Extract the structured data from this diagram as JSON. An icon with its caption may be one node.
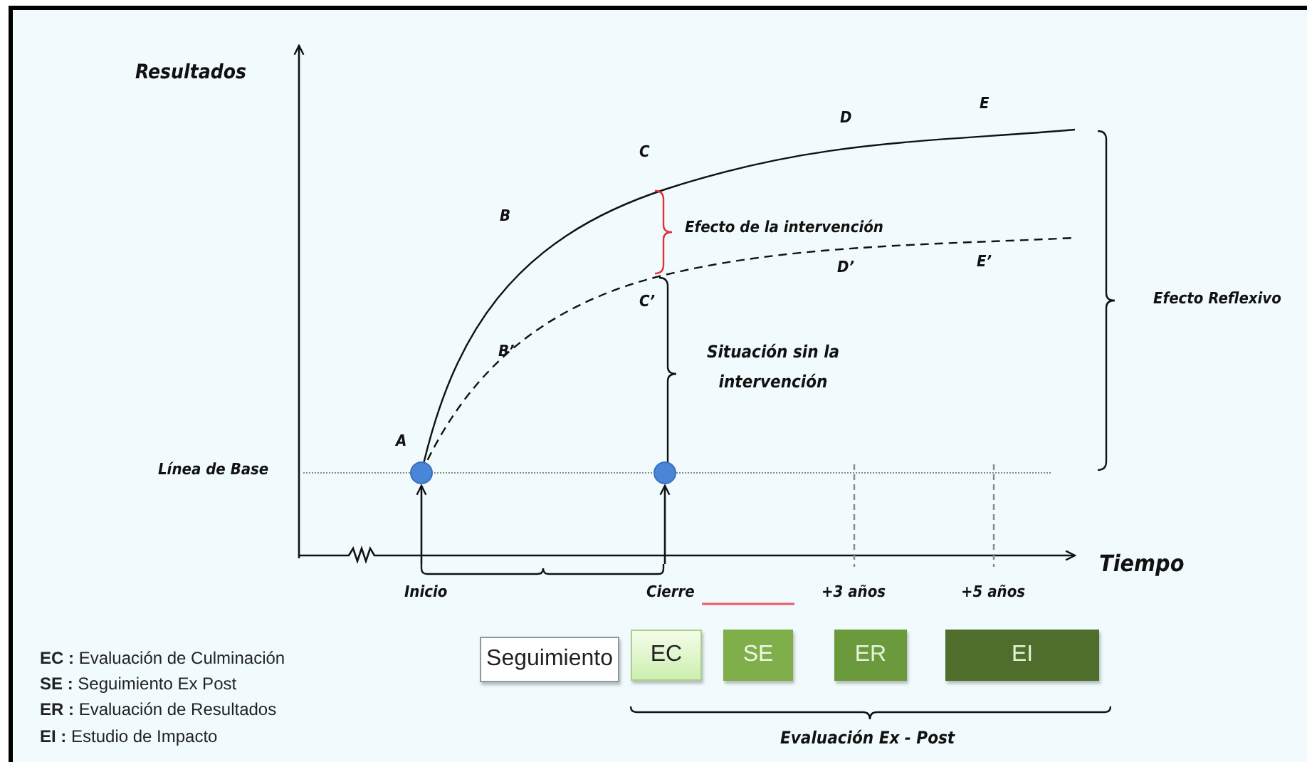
{
  "diagram": {
    "nodes": [
      {
        "text": [],
        "shape": "circle"
      },
      {
        "text": [],
        "shape": "circle"
      },
      {
        "text": [],
        "shape": "bracket"
      },
      {
        "text": [
          "Seguimiento"
        ]
      },
      {
        "text": [
          "EC"
        ]
      },
      {
        "text": [
          "SE"
        ]
      },
      {
        "text": [
          "ER"
        ]
      },
      {
        "text": [
          "EI"
        ]
      }
    ],
    "edges": [
      {
        "from": 2,
        "to": 0,
        "arrow": "to"
      },
      {
        "from": 2,
        "to": 1,
        "arrow": "to"
      }
    ],
    "labels": [
      "Resultados",
      "E",
      "D",
      "C",
      "B",
      "Efecto de la intervención",
      "D’",
      "E’",
      "C’",
      "Efecto Reflexivo",
      "B’",
      "Situación sin la intervención",
      "A",
      "Línea de Base",
      "Tiempo",
      "Inicio",
      "Cierre",
      "+3 años",
      "+5 años",
      "**EC :** Evaluación de Culminación",
      "**SE :** Seguimiento Ex Post",
      "**ER :** Evaluación de Resultados",
      "**EI :** Estudio de Impacto",
      "Evaluación Ex - Post"
    ]
  }
}
